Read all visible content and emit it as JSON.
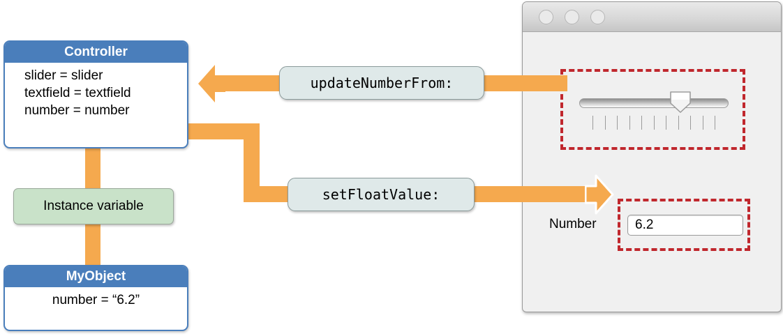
{
  "diagram": {
    "controller": {
      "title": "Controller",
      "lines": [
        "slider = slider",
        "textfield = textfield",
        "number = number"
      ]
    },
    "instance_variable": {
      "label": "Instance variable"
    },
    "myobject": {
      "title": "MyObject",
      "lines": [
        "number = “6.2”"
      ]
    },
    "messages": {
      "update": "updateNumberFrom:",
      "setfloat": "setFloatValue:"
    }
  },
  "window": {
    "traffic_lights": [
      "close-dot",
      "minimize-dot",
      "zoom-dot"
    ],
    "slider": {
      "tick_count": 11,
      "value_percent": 68
    },
    "number_field": {
      "label": "Number",
      "value": "6.2"
    }
  },
  "colors": {
    "accent_orange": "#f5a94e",
    "class_blue": "#4a7ebb",
    "ivar_green": "#c9e2c9",
    "message_bg": "#dfe9e9",
    "highlight_red": "#c0272d",
    "window_body": "#f0f0f0"
  }
}
